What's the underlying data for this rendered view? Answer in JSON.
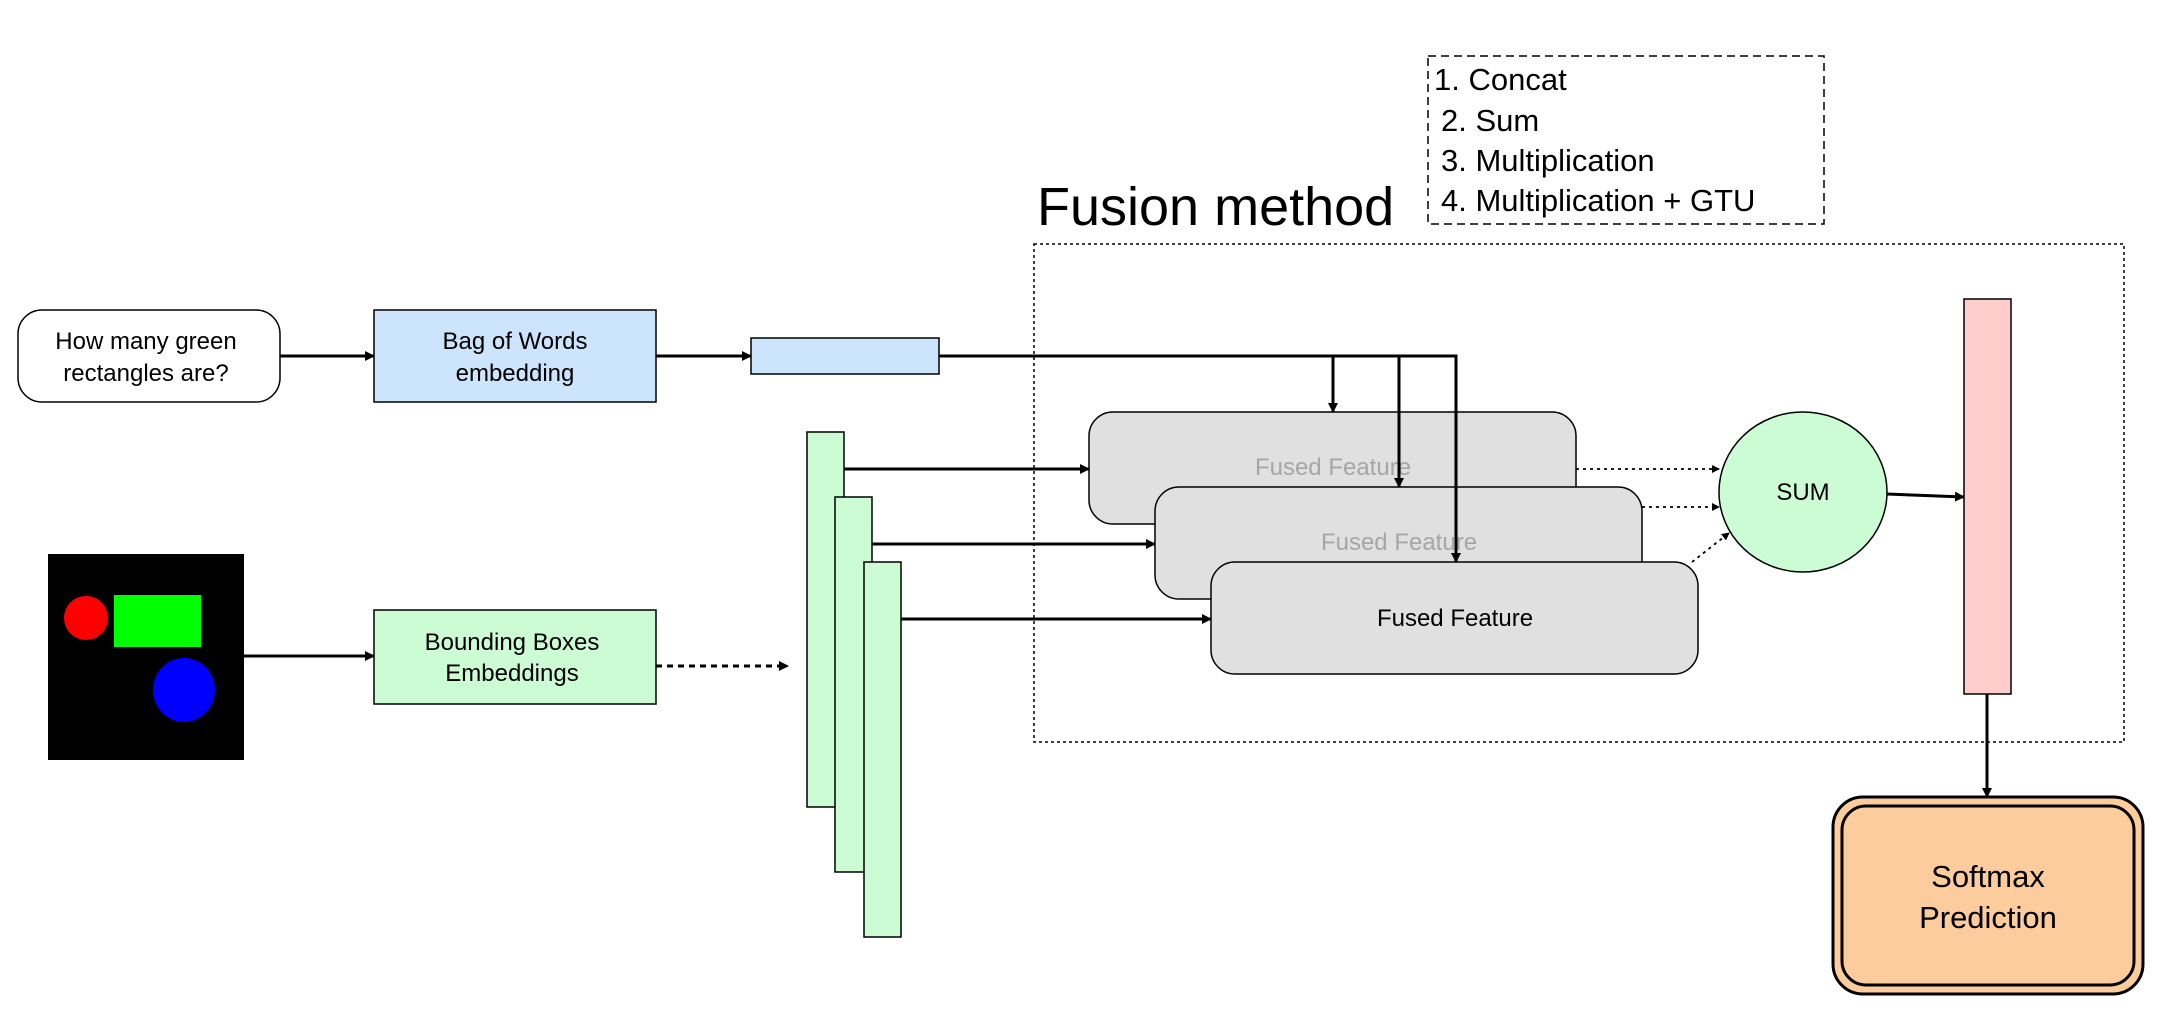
{
  "question": {
    "line1": "How many green",
    "line2": "rectangles are?"
  },
  "bow": {
    "line1": "Bag of Words",
    "line2": "embedding"
  },
  "bbox": {
    "line1": "Bounding Boxes",
    "line2": "Embeddings"
  },
  "fusion_title": "Fusion method",
  "methods": [
    "1. Concat",
    "2. Sum",
    "3. Multiplication",
    "4. Multiplication + GTU"
  ],
  "fused_feature_label": "Fused Feature",
  "sum_label": "SUM",
  "softmax": {
    "line1": "Softmax",
    "line2": "Prediction"
  },
  "colors": {
    "bow_blue": "#cce4fc",
    "bbox_green": "#ccfcd4",
    "fused_gray": "#e0e0e0",
    "output_pink": "#ffcccc",
    "softmax_orange": "#fdcc9c",
    "image_red": "#ff0000",
    "image_green": "#00ff00",
    "image_blue": "#0000ff"
  }
}
